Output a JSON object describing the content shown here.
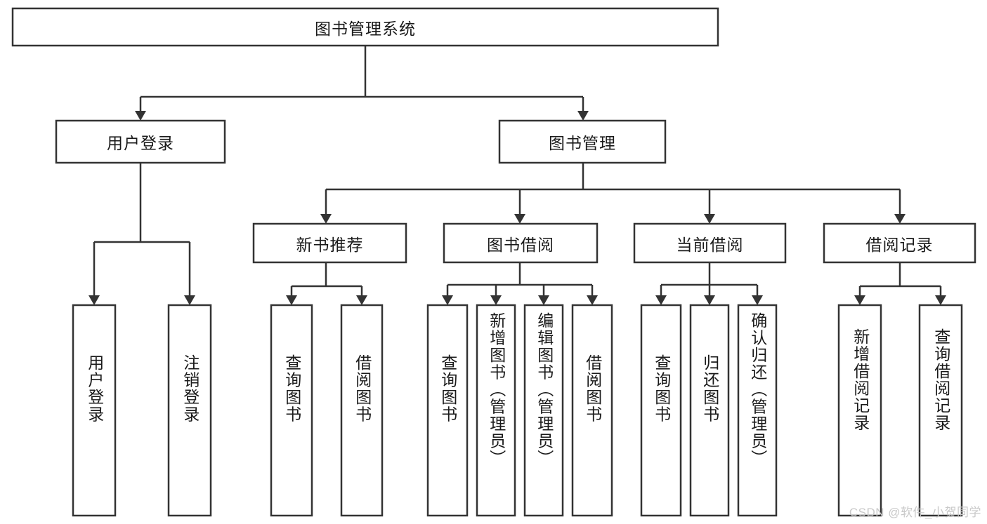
{
  "diagram": {
    "title": "图书管理系统",
    "type": "tree-hierarchy-chart",
    "root": {
      "id": "root",
      "label": "图书管理系统",
      "orientation": "horizontal"
    },
    "level1": [
      {
        "id": "user-login",
        "label": "用户登录",
        "orientation": "horizontal"
      },
      {
        "id": "book-management",
        "label": "图书管理",
        "orientation": "horizontal"
      }
    ],
    "level2": [
      {
        "id": "new-book-recommend",
        "label": "新书推荐",
        "orientation": "horizontal",
        "parent": "book-management"
      },
      {
        "id": "book-borrow",
        "label": "图书借阅",
        "orientation": "horizontal",
        "parent": "book-management"
      },
      {
        "id": "current-borrow",
        "label": "当前借阅",
        "orientation": "horizontal",
        "parent": "book-management"
      },
      {
        "id": "borrow-record",
        "label": "借阅记录",
        "orientation": "horizontal",
        "parent": "book-management"
      }
    ],
    "leaves": [
      {
        "id": "leaf-user-login",
        "label": "用户登录",
        "orientation": "vertical",
        "parent": "user-login"
      },
      {
        "id": "leaf-user-logout",
        "label": "注销登录",
        "orientation": "vertical",
        "parent": "user-login"
      },
      {
        "id": "leaf-query-book-1",
        "label": "查询图书",
        "orientation": "vertical",
        "parent": "new-book-recommend"
      },
      {
        "id": "leaf-borrow-book-1",
        "label": "借阅图书",
        "orientation": "vertical",
        "parent": "new-book-recommend"
      },
      {
        "id": "leaf-query-book-2",
        "label": "查询图书",
        "orientation": "vertical",
        "parent": "book-borrow"
      },
      {
        "id": "leaf-add-book",
        "label": "新增图书（管理员）",
        "orientation": "vertical",
        "parent": "book-borrow"
      },
      {
        "id": "leaf-edit-book",
        "label": "编辑图书（管理员）",
        "orientation": "vertical",
        "parent": "book-borrow"
      },
      {
        "id": "leaf-borrow-book-2",
        "label": "借阅图书",
        "orientation": "vertical",
        "parent": "book-borrow"
      },
      {
        "id": "leaf-query-book-3",
        "label": "查询图书",
        "orientation": "vertical",
        "parent": "current-borrow"
      },
      {
        "id": "leaf-return-book",
        "label": "归还图书",
        "orientation": "vertical",
        "parent": "current-borrow"
      },
      {
        "id": "leaf-confirm-return",
        "label": "确认归还（管理员）",
        "orientation": "vertical",
        "parent": "current-borrow"
      },
      {
        "id": "leaf-add-record",
        "label": "新增借阅记录",
        "orientation": "vertical",
        "parent": "borrow-record"
      },
      {
        "id": "leaf-query-record",
        "label": "查询借阅记录",
        "orientation": "vertical",
        "parent": "borrow-record"
      }
    ]
  },
  "watermark": {
    "text": "CSDN @软件_小贺同学"
  },
  "colors": {
    "background": "#ffffff",
    "box_fill": "#ffffff",
    "box_stroke": "#333333",
    "text": "#1a1a1a",
    "watermark": "#c9c9c9"
  }
}
